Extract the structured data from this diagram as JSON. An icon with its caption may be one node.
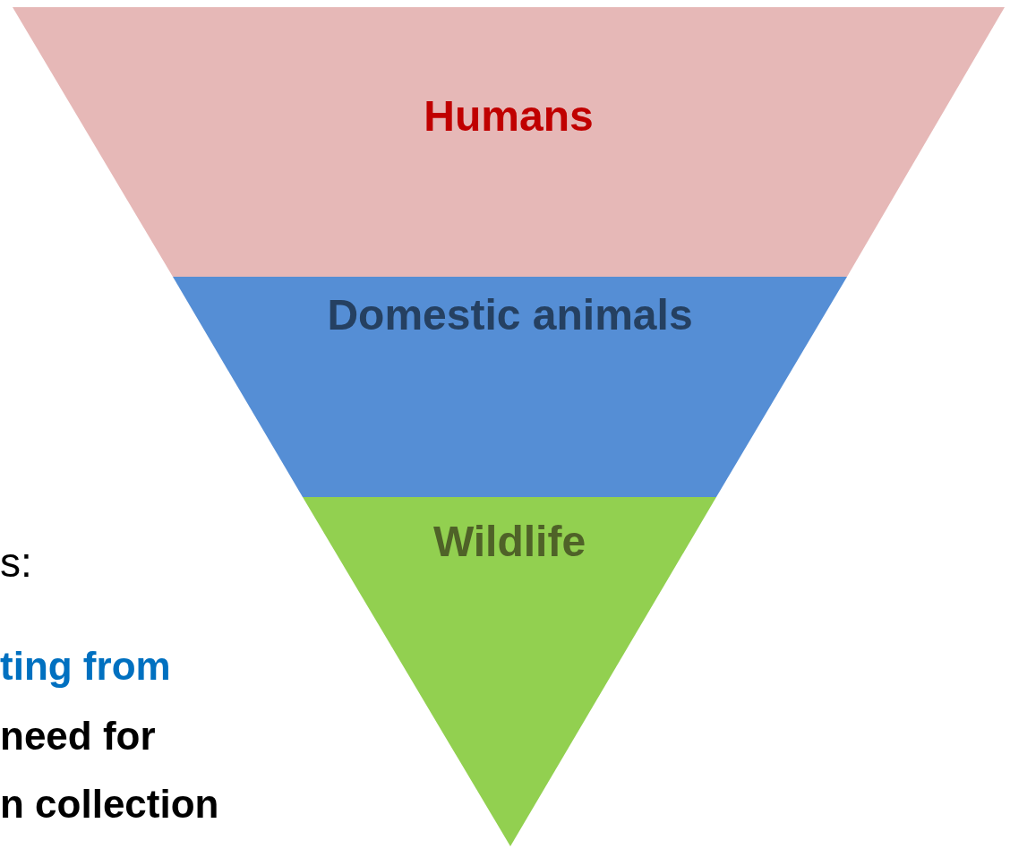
{
  "diagram": {
    "nodes": [
      {
        "text": [
          "Humans"
        ]
      },
      {
        "text": [
          "Domestic animals"
        ]
      },
      {
        "text": [
          "Wildlife"
        ]
      }
    ],
    "labels": [
      "s:",
      "ting from",
      "need for",
      "n collection"
    ]
  }
}
